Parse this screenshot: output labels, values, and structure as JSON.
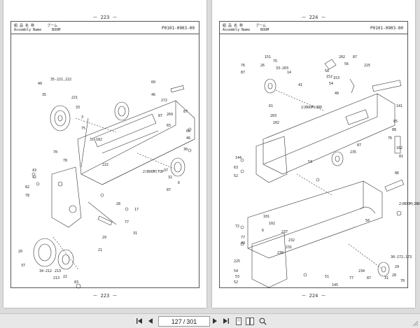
{
  "pages": [
    {
      "number_top": "－ 223 －",
      "number_bottom": "－ 223 －",
      "title_jp": "組 品 名 称      ブーム",
      "title_en": "Assembly Name     BOOM",
      "code": "P0101-0903-00",
      "callouts": [
        "40",
        "35-221,222",
        "35",
        "221",
        "33",
        "3",
        "75",
        "31-182",
        "60",
        "46",
        "272",
        "87",
        "269",
        "87",
        "65",
        "66",
        "46",
        "30",
        "222",
        "43",
        "42",
        "70",
        "78",
        "82",
        "78",
        "37",
        "32",
        "2(BOOM)TOP",
        "6",
        "87",
        "28",
        "17",
        "77",
        "31",
        "29",
        "21",
        "20",
        "37",
        "34-212",
        "213",
        "22",
        "213",
        "83"
      ]
    },
    {
      "number_top": "－ 224 －",
      "number_bottom": "－ 224 －",
      "title_jp": "組 品 名 称      ブーム",
      "title_en": "Assembly Name     BOOM",
      "code": "P0101-0903-00",
      "callouts": [
        "151",
        "75",
        "26",
        "33-203",
        "76",
        "87",
        "14",
        "202",
        "56",
        "58",
        "152",
        "153",
        "54",
        "40",
        "87",
        "225",
        "41",
        "61",
        "203",
        "202",
        "2(BOOM)3RD",
        "141",
        "85",
        "88",
        "76",
        "87",
        "235",
        "162",
        "81",
        "144",
        "63",
        "52",
        "53",
        "86",
        "2(BOOM)2ND",
        "101",
        "102",
        "72",
        "77",
        "49",
        "50",
        "6",
        "237",
        "232",
        "231",
        "230",
        "225",
        "54",
        "52",
        "53",
        "51",
        "145",
        "234",
        "30-172,173",
        "29",
        "28",
        "70",
        "77",
        "87",
        "31"
      ]
    }
  ],
  "toolbar": {
    "first_icon": "first-page-icon",
    "prev_icon": "previous-page-icon",
    "current_page": "127",
    "separator": "/",
    "total_pages": "301",
    "next_icon": "next-page-icon",
    "last_icon": "last-page-icon",
    "single_view_icon": "single-page-view-icon",
    "dual_view_icon": "two-page-view-icon",
    "zoom_icon": "zoom-icon"
  }
}
